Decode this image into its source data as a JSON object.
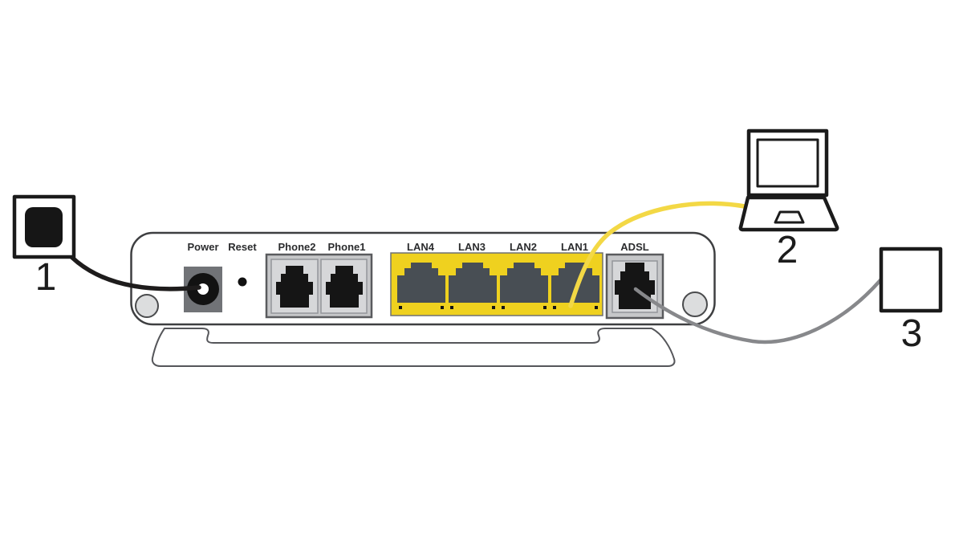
{
  "diagram": {
    "device": "router-rear-panel",
    "ports": [
      {
        "id": "power",
        "label": "Power",
        "type": "barrel-power"
      },
      {
        "id": "reset",
        "label": "Reset",
        "type": "pinhole"
      },
      {
        "id": "phone2",
        "label": "Phone2",
        "type": "rj11"
      },
      {
        "id": "phone1",
        "label": "Phone1",
        "type": "rj11"
      },
      {
        "id": "lan4",
        "label": "LAN4",
        "type": "rj45"
      },
      {
        "id": "lan3",
        "label": "LAN3",
        "type": "rj45"
      },
      {
        "id": "lan2",
        "label": "LAN2",
        "type": "rj45"
      },
      {
        "id": "lan1",
        "label": "LAN1",
        "type": "rj45"
      },
      {
        "id": "adsl",
        "label": "ADSL",
        "type": "rj11"
      }
    ],
    "callouts": [
      {
        "number": "1",
        "target": "power-adapter-plug"
      },
      {
        "number": "2",
        "target": "laptop"
      },
      {
        "number": "3",
        "target": "phone-wall-socket"
      }
    ],
    "connections": [
      {
        "from": "power-adapter-plug",
        "to": "power-port",
        "cable_color": "black",
        "callout": "1"
      },
      {
        "from": "laptop",
        "to": "lan1-port",
        "cable_color": "yellow",
        "callout": "2"
      },
      {
        "from": "phone-wall-socket",
        "to": "adsl-port",
        "cable_color": "gray",
        "callout": "3"
      }
    ],
    "colors": {
      "lan_panel": "#EFD11F",
      "lan_cable": "#F3D845",
      "power_cable": "#1E1C1C",
      "adsl_cable": "#87888B",
      "outline": "#3E3F41",
      "stand_outline": "#55565A",
      "port_slate": "#484E54",
      "power_port_gray": "#717377",
      "bezel_gray": "#C6C7C9",
      "bezel_inner_gray": "#D6D7D9",
      "jack_black": "#151515",
      "screw_fill": "#DCDDDE"
    }
  }
}
